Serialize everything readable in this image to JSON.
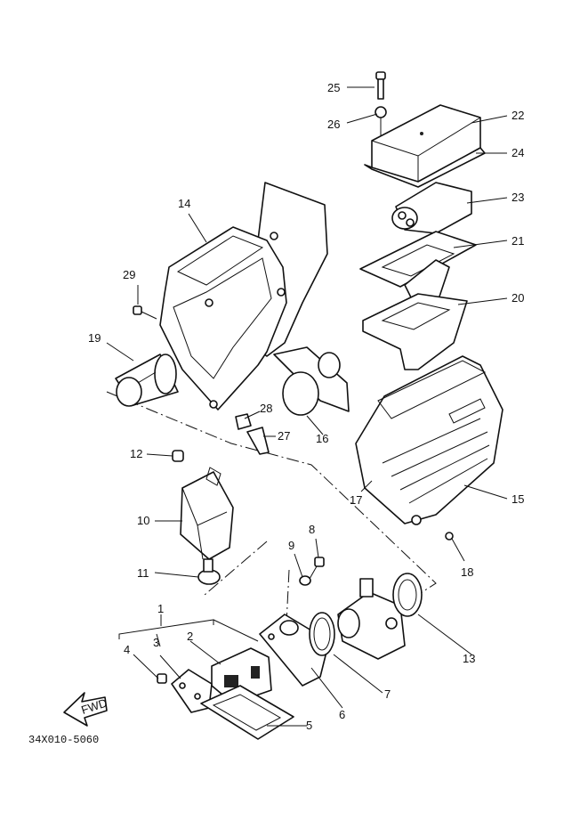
{
  "diagram_code": "34X010-5060",
  "fwd_label": "FWD",
  "callouts": {
    "c1": "1",
    "c2": "2",
    "c3": "3",
    "c4": "4",
    "c5": "5",
    "c6": "6",
    "c7": "7",
    "c8": "8",
    "c9": "9",
    "c10": "10",
    "c11": "11",
    "c12": "12",
    "c13": "13",
    "c14": "14",
    "c15": "15",
    "c16": "16",
    "c17": "17",
    "c18": "18",
    "c19": "19",
    "c20": "20",
    "c21": "21",
    "c22": "22",
    "c23": "23",
    "c24": "24",
    "c25": "25",
    "c26": "26",
    "c27": "27",
    "c28": "28",
    "c29": "29"
  }
}
